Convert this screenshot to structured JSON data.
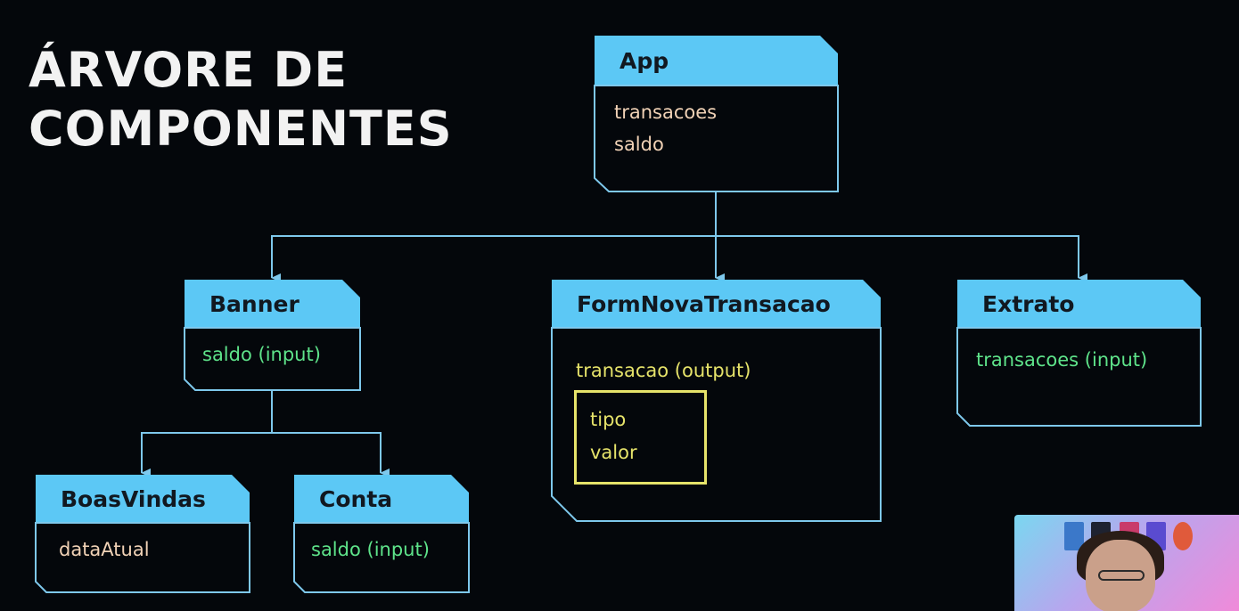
{
  "title": {
    "line1": "ÁRVORE DE",
    "line2": "COMPONENTES"
  },
  "colors": {
    "background": "#04070b",
    "header": "#5cc8f5",
    "border": "#7ec8ec",
    "connector": "#7ec8ec",
    "state_text": "#f1d2b6",
    "input_text": "#5ee38a",
    "output_text": "#e6e36a"
  },
  "nodes": {
    "app": {
      "name": "App",
      "fields": [
        "transacoes",
        "saldo"
      ]
    },
    "banner": {
      "name": "Banner",
      "fields": [
        "saldo (input)"
      ]
    },
    "form": {
      "name": "FormNovaTransacao",
      "output": "transacao (output)",
      "output_fields": [
        "tipo",
        "valor"
      ]
    },
    "extrato": {
      "name": "Extrato",
      "fields": [
        "transacoes (input)"
      ]
    },
    "boasvindas": {
      "name": "BoasVindas",
      "fields": [
        "dataAtual"
      ]
    },
    "conta": {
      "name": "Conta",
      "fields": [
        "saldo (input)"
      ]
    }
  },
  "edges": [
    [
      "App",
      "Banner"
    ],
    [
      "App",
      "FormNovaTransacao"
    ],
    [
      "App",
      "Extrato"
    ],
    [
      "Banner",
      "BoasVindas"
    ],
    [
      "Banner",
      "Conta"
    ]
  ]
}
